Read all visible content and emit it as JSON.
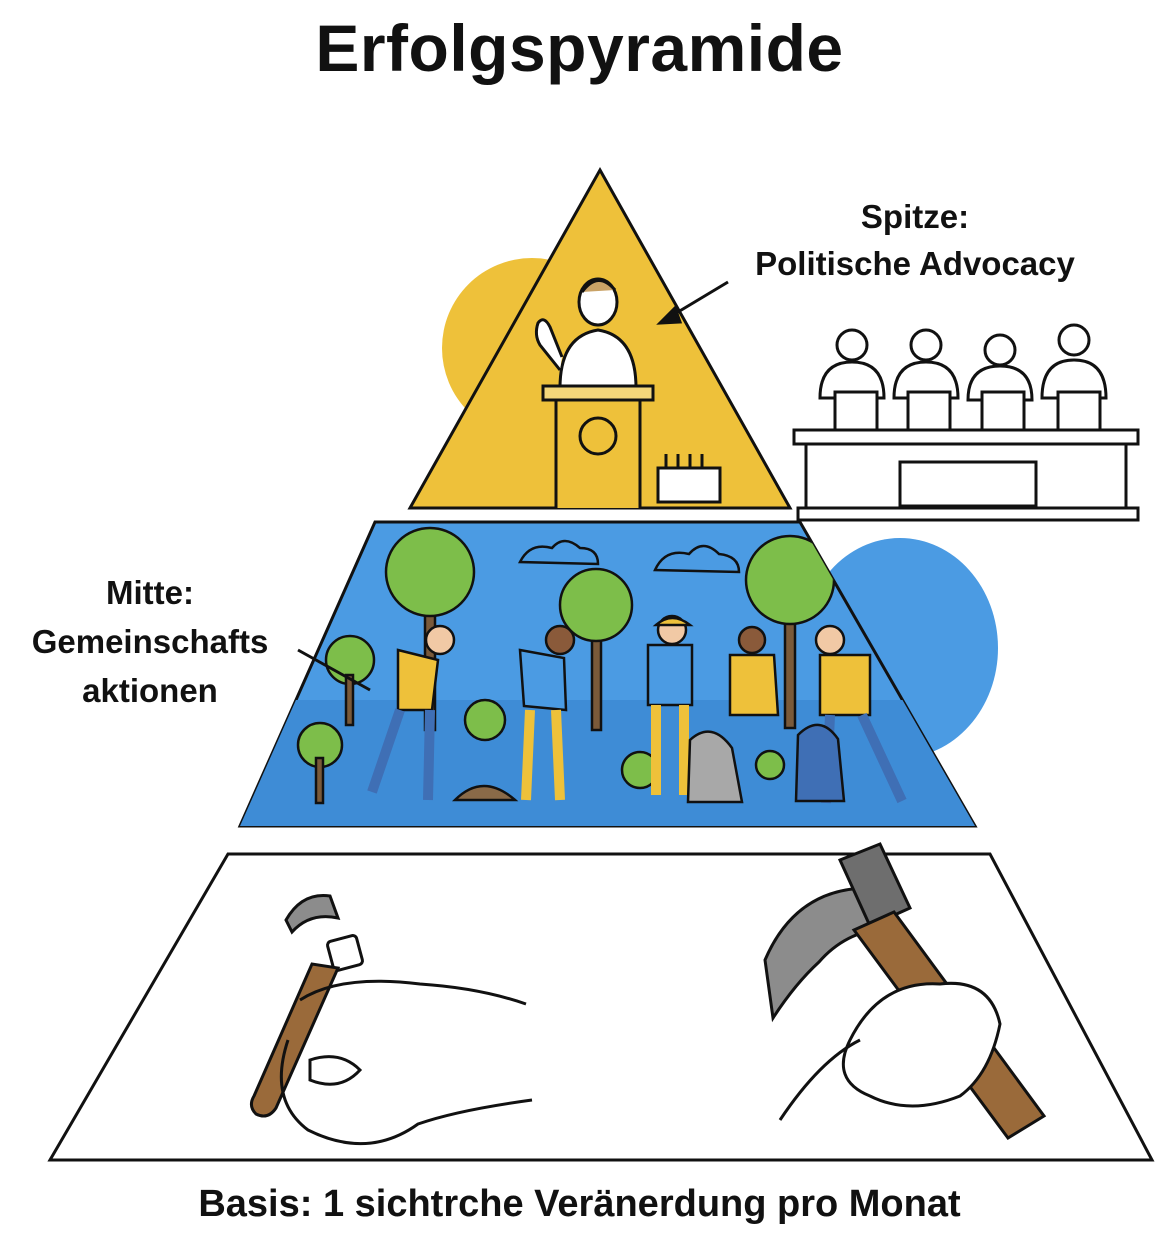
{
  "title": "Erfolgspyramide",
  "levels": {
    "top": {
      "label_line1": "Spitze:",
      "label_line2": "Politische Advocacy",
      "color": "#EEC13A",
      "icons": [
        "speaker-at-podium-icon",
        "council-panel-icon"
      ]
    },
    "middle": {
      "label_line1": "Mitte:",
      "label_line2": "Gemeinschafts",
      "label_line3": "aktionen",
      "color": "#4B9BE3",
      "icons": [
        "volunteers-planting-trees-icon"
      ]
    },
    "base": {
      "label": "Basis: 1 sichtrche Veränerdung pro Monat",
      "color": "#FFFFFF",
      "icons": [
        "hand-with-small-chisel-icon",
        "hand-with-hammer-icon"
      ]
    }
  }
}
